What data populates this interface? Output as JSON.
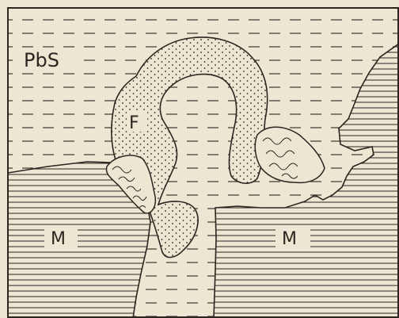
{
  "labels": {
    "galena": "PbS",
    "fill": "F",
    "matrix_left": "M",
    "matrix_right": "M"
  },
  "colors": {
    "paper": "#ece6d2",
    "ink": "#2a2620"
  }
}
